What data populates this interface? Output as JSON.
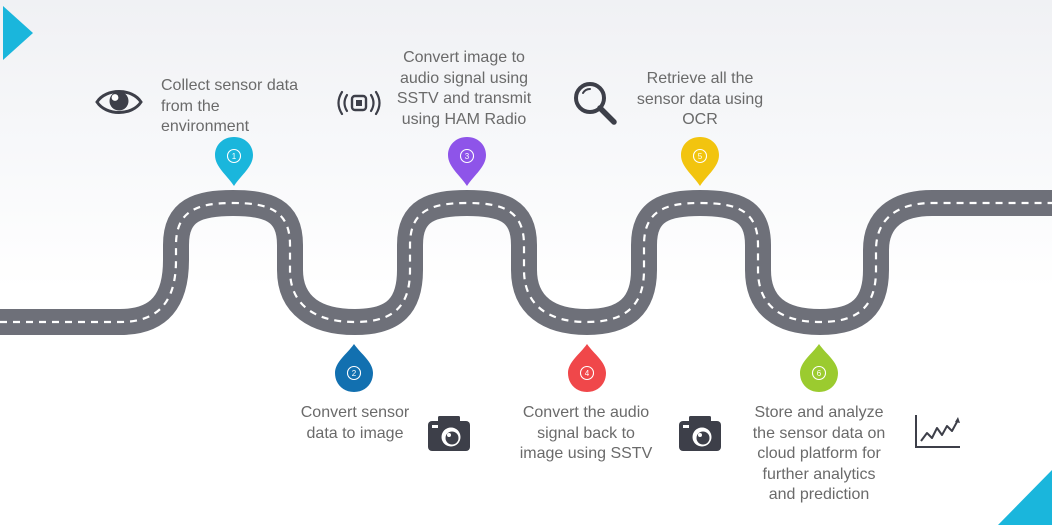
{
  "steps": [
    {
      "number": "1",
      "text": "Collect sensor data\nfrom the\nenvironment",
      "color": "#1ab6dc",
      "icon": "eye-icon"
    },
    {
      "number": "2",
      "text": "Convert sensor\ndata to image",
      "color": "#1270b0",
      "icon": "camera-icon"
    },
    {
      "number": "3",
      "text": "Convert image to\naudio signal using\nSSTV and transmit\nusing HAM Radio",
      "color": "#8e54e9",
      "icon": "radio-signal-icon"
    },
    {
      "number": "4",
      "text": "Convert the audio\nsignal back to\nimage using SSTV",
      "color": "#f0474a",
      "icon": "camera-icon"
    },
    {
      "number": "5",
      "text": "Retrieve all the\nsensor data using\nOCR",
      "color": "#f2c40f",
      "icon": "magnifier-icon"
    },
    {
      "number": "6",
      "text": "Store and analyze\nthe sensor data on\ncloud platform for\nfurther analytics\nand prediction",
      "color": "#9bcb2f",
      "icon": "line-chart-icon"
    }
  ],
  "colors": {
    "road": "#6e7079",
    "road_dash": "#ffffff",
    "accent": "#1ab6dc",
    "text": "#6a6a6a",
    "icon": "#3d3f49"
  }
}
